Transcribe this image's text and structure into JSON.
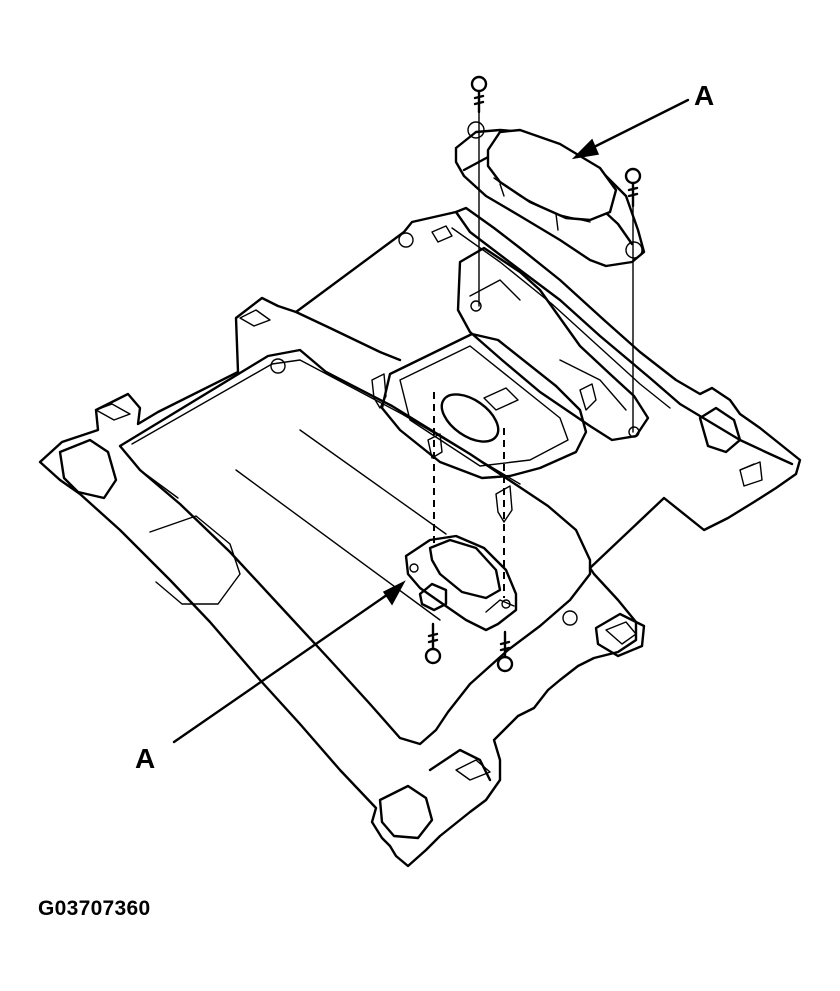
{
  "callouts": {
    "top_label": "A",
    "bottom_label": "A"
  },
  "figure_id": "G03707360",
  "icons": [
    "mounting-tray",
    "interior-light-unit",
    "screw",
    "leader-arrow"
  ],
  "colors": {
    "line": "#000000",
    "background": "#ffffff"
  }
}
